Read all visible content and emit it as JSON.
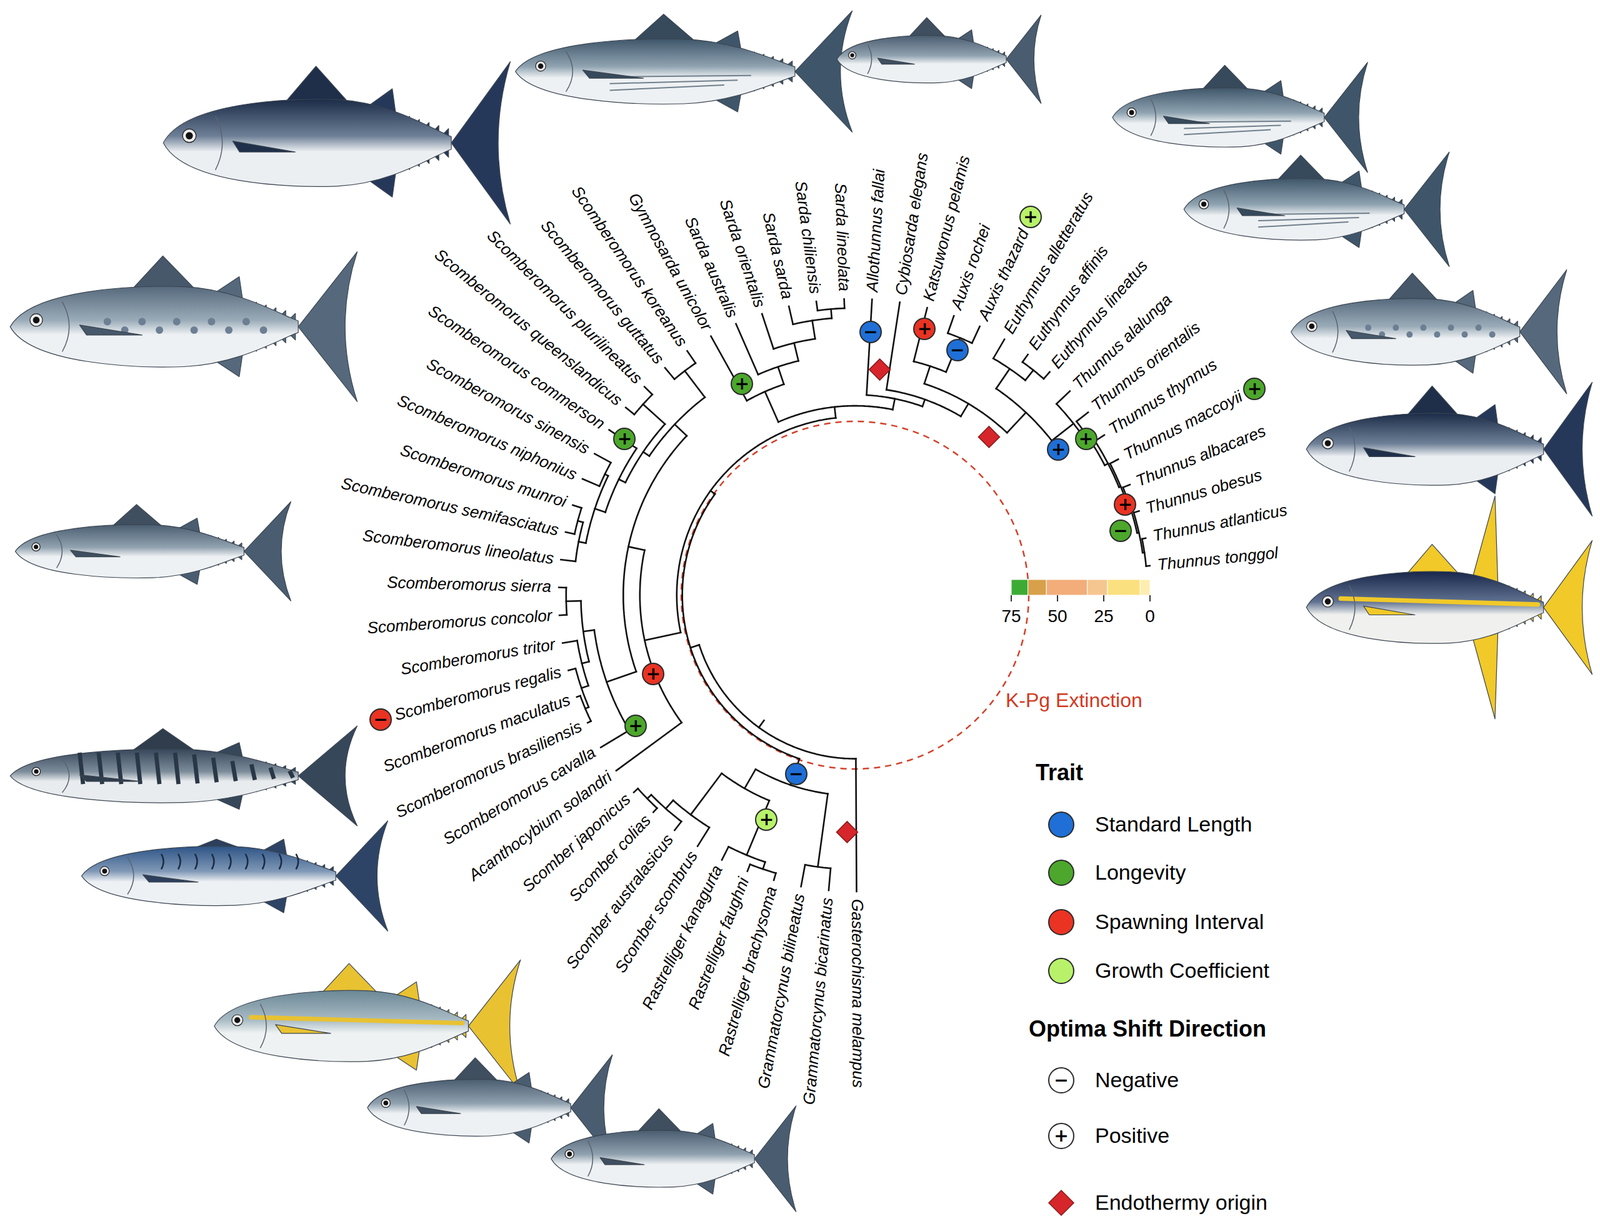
{
  "diagram": {
    "nodes": [
      {
        "text": [
          "−"
        ]
      },
      {
        "text": [
          "+"
        ]
      },
      {
        "text": [
          "−"
        ]
      },
      {
        "text": [
          "+"
        ]
      },
      {
        "text": [
          "+"
        ]
      },
      {
        "text": [
          "+"
        ]
      },
      {
        "text": [
          "+"
        ]
      },
      {
        "text": [
          "+"
        ]
      },
      {
        "text": [
          "−"
        ]
      },
      {
        "text": [
          "+"
        ]
      },
      {
        "text": [
          "+"
        ]
      },
      {
        "text": [
          "+"
        ]
      },
      {
        "text": [
          "−"
        ]
      },
      {
        "text": [
          "+"
        ]
      },
      {
        "text": [
          "−"
        ]
      },
      {
        "text": [
          "+"
        ]
      },
      {
        "text": [
          "−"
        ]
      },
      {
        "text": [
          "+"
        ]
      }
    ],
    "labels": [
      "Thunnus tonggol",
      "Thunnus atlanticus",
      "Thunnus obesus",
      "Thunnus albacares",
      "Thunnus maccoyii",
      "Thunnus thynnus",
      "Thunnus orientalis",
      "Thunnus alalunga",
      "Euthynnus lineatus",
      "Euthynnus affinis",
      "Euthynnus alletteratus",
      "Auxis thazard",
      "Auxis rochei",
      "Katsuwonus pelamis",
      "Cybiosarda elegans",
      "Allothunnus fallai",
      "Sarda lineolata",
      "Sarda chiliensis",
      "Sarda sarda",
      "Sarda orientalis",
      "Sarda australis",
      "Gymnosarda unicolor",
      "Scomberomorus koreanus",
      "Scomberomorus guttatus",
      "Scomberomorus plurilineatus",
      "Scomberomorus queenslandicus",
      "Scomberomorus commerson",
      "Scomberomorus sinensis",
      "Scomberomorus niphonius",
      "Scomberomorus munroi",
      "Scomberomorus semifasciatus",
      "Scomberomorus lineolatus",
      "Scomberomorus sierra",
      "Scomberomorus concolor",
      "Scomberomorus tritor",
      "Scomberomorus regalis",
      "Scomberomorus maculatus",
      "Scomberomorus brasiliensis",
      "Scomberomorus cavalla",
      "Acanthocybium solandri",
      "Scomber japonicus",
      "Scomber colias",
      "Scomber australasicus",
      "Scomber scombrus",
      "Rastrelliger kanagurta",
      "Rastrelliger faughni",
      "Rastrelliger brachysoma",
      "Grammatorcynus bilineatus",
      "Grammatorcynus bicarinatus",
      "Gasterochisma melampus",
      "K-Pg Extinction",
      "75",
      "50",
      "25",
      "0",
      "Trait",
      "Optima Shift Direction"
    ],
    "legend": [
      {
        "text": "Standard Length",
        "color": "#1f6fd6"
      },
      {
        "text": "Longevity",
        "color": "#4ca72c"
      },
      {
        "text": "Spawning Interval",
        "color": "#ea3323"
      },
      {
        "text": "Growth Coefficient",
        "color": "#b8f26a"
      },
      {
        "text": "Negative"
      },
      {
        "text": "Positive"
      },
      {
        "text": "Endothermy origin"
      }
    ]
  }
}
